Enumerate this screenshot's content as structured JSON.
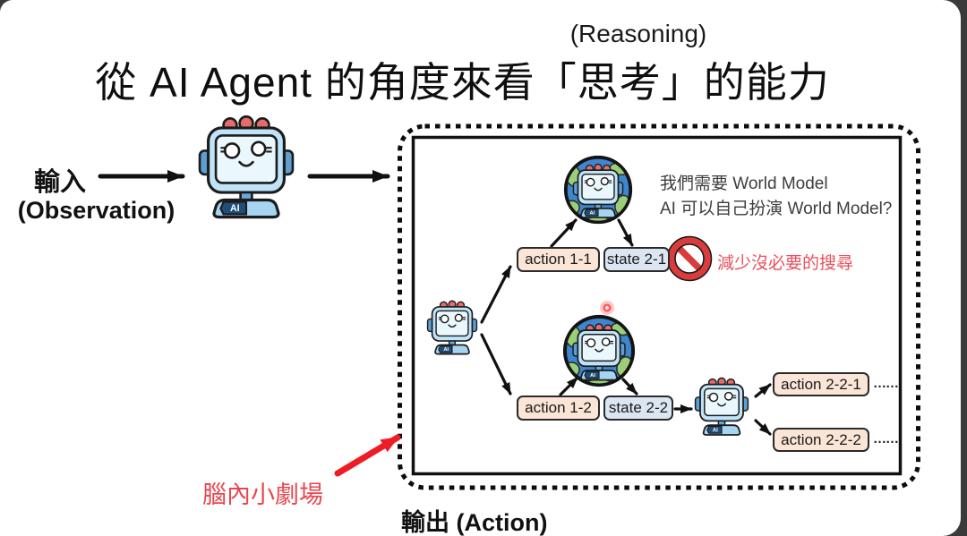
{
  "slide": {
    "title_annotation": "(Reasoning)",
    "title": "從 AI Agent 的角度來看「思考」的能力"
  },
  "io": {
    "input_label": "輸入",
    "input_sublabel": "(Observation)",
    "output_label": "輸出 (Action)"
  },
  "world_model_note": {
    "line1": "我們需要 World Model",
    "line2": "AI 可以自己扮演 World Model?"
  },
  "annotations": {
    "reduce_search": "減少沒必要的搜尋",
    "brain_theater": "腦內小劇場",
    "ellipsis_1": "……",
    "ellipsis_2": "……"
  },
  "tree": {
    "action_1_1": "action 1-1",
    "state_2_1": "state 2-1",
    "action_1_2": "action 1-2",
    "state_2_2": "state 2-2",
    "action_2_2_1": "action 2-2-1",
    "action_2_2_2": "action 2-2-2"
  },
  "robot_badge": "AI",
  "colors": {
    "background": "#3a3a3a",
    "action_node_fill": "#fbe5d6",
    "state_node_fill": "#dce6f2",
    "node_border": "#2a2a2a",
    "red_text": "#e8505b",
    "red_arrow": "#ee1c24",
    "robot_body": "#bfe3f7",
    "globe_ocean": "#3e86d1",
    "globe_land": "#9ace77"
  }
}
